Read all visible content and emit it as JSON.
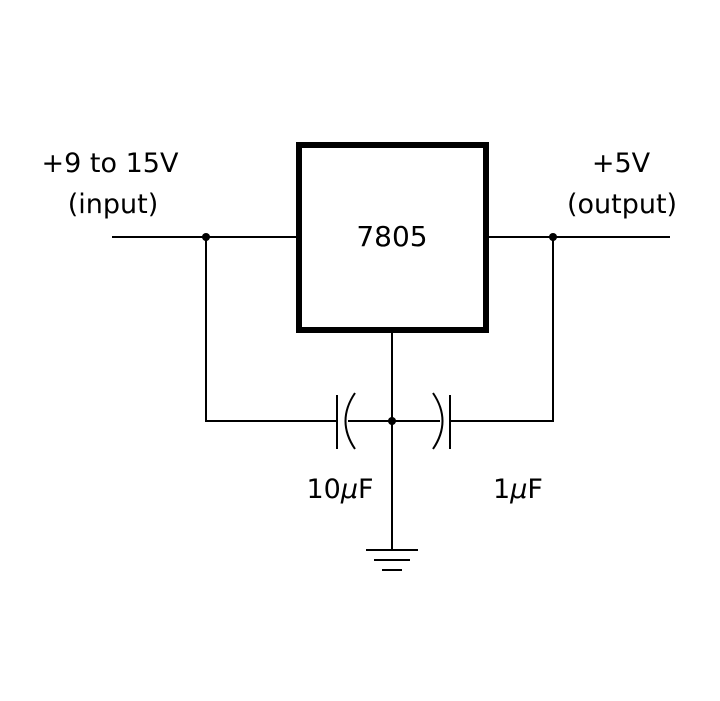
{
  "input": {
    "line1": "+9 to 15V",
    "line2": "(input)"
  },
  "output": {
    "line1": "+5V",
    "line2": "(output)"
  },
  "regulator": {
    "label": "7805"
  },
  "capacitors": [
    {
      "value": "10",
      "unit_prefix": "μ",
      "unit": "F"
    },
    {
      "value": "1",
      "unit_prefix": "μ",
      "unit": "F"
    }
  ],
  "colors": {
    "ink": "#000000",
    "background": "#ffffff"
  }
}
